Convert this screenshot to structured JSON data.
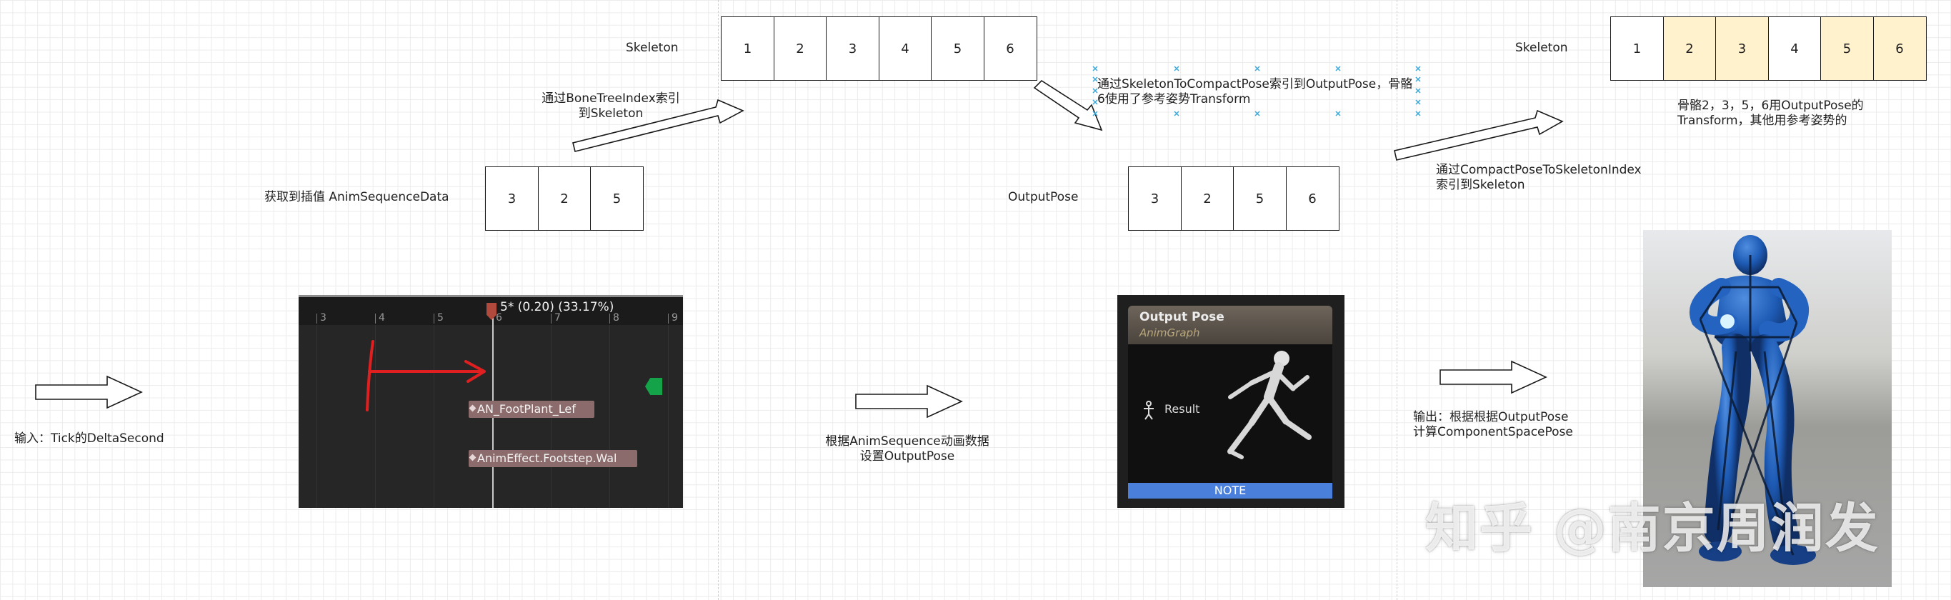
{
  "skeleton_left": {
    "label": "Skeleton",
    "cells": [
      "1",
      "2",
      "3",
      "4",
      "5",
      "6"
    ]
  },
  "skeleton_right": {
    "label": "Skeleton",
    "cells": [
      "1",
      "2",
      "3",
      "4",
      "5",
      "6"
    ],
    "highlighted": [
      false,
      true,
      true,
      false,
      true,
      true
    ],
    "highlight_color": "#fff2cc"
  },
  "anim_sequence_data": {
    "label": "获取到插值 AnimSequenceData",
    "cells": [
      "3",
      "2",
      "5"
    ]
  },
  "output_pose": {
    "label": "OutputPose",
    "cells": [
      "3",
      "2",
      "5",
      "6"
    ]
  },
  "annotations": {
    "bone_tree_index": [
      "通过BoneTreeIndex索引",
      "到Skeleton"
    ],
    "skeleton_to_compact": [
      "通过SkeletonToCompactPose索引到OutputPose，骨骼",
      "6使用了参考姿势Transform"
    ],
    "compact_to_skeleton": [
      "通过CompactPoseToSkeletonIndex",
      "索引到Skeleton"
    ],
    "bone_result": [
      "骨骼2，3，5，6用OutputPose的",
      "Transform，其他用参考姿势的"
    ],
    "input": "输入：Tick的DeltaSecond",
    "set_output_pose": [
      "根据AnimSequence动画数据",
      "设置OutputPose"
    ],
    "output": [
      "输出：根据根据OutputPose",
      "计算ComponentSpacePose"
    ]
  },
  "timeline": {
    "ticks": [
      "3",
      "4",
      "5",
      "6",
      "7",
      "8",
      "9"
    ],
    "readout": "5* (0.20) (33.17%)",
    "notify_1": "AN_FootPlant_Lef",
    "notify_2": "AnimEffect.Footstep.Wal",
    "marker_color": "#b04a3c",
    "annotation_color": "#e02020"
  },
  "node": {
    "title": "Output Pose",
    "subtitle": "AnimGraph",
    "pin": "Result",
    "footer": "NOTE",
    "pin_icon": "person-icon"
  },
  "watermark": "知乎 @南京周润发",
  "colors": {
    "grid": "#ececec",
    "node_note": "#4a7fdc",
    "character": "#1e5bb5",
    "selection_marker": "#3aa8d8"
  }
}
